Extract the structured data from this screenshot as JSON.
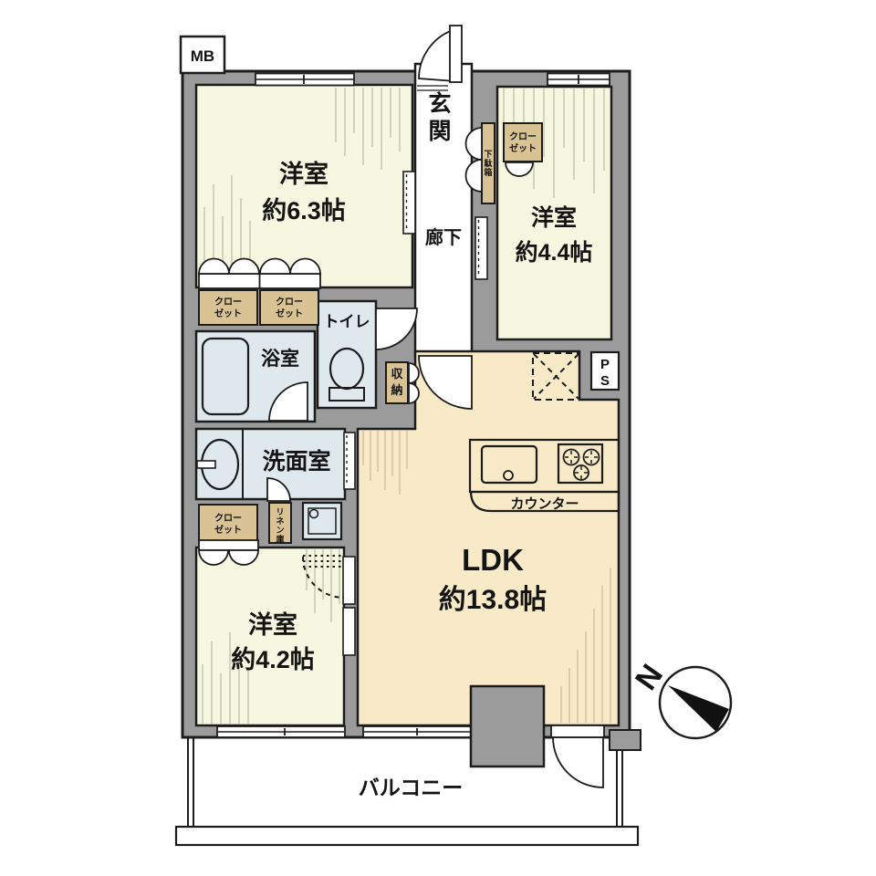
{
  "floorplan": {
    "rooms": {
      "bedroom_63": {
        "name": "洋室",
        "size": "約6.3帖"
      },
      "bedroom_44": {
        "name": "洋室",
        "size": "約4.4帖"
      },
      "bedroom_42": {
        "name": "洋室",
        "size": "約4.2帖"
      },
      "ldk": {
        "name": "LDK",
        "size": "約13.8帖"
      },
      "entrance": {
        "label": "玄関",
        "chars": [
          "玄",
          "関"
        ]
      },
      "corridor": {
        "label": "廊下"
      },
      "bath": {
        "label": "浴室"
      },
      "toilet": {
        "label": "トイレ"
      },
      "washroom": {
        "label": "洗面室"
      },
      "balcony": {
        "label": "バルコニー"
      }
    },
    "features": {
      "counter": "カウンター",
      "meter_box": "MB",
      "pipe_space": {
        "chars": [
          "P",
          "S"
        ]
      },
      "storage": {
        "chars": [
          "収",
          "納"
        ]
      },
      "shoe_cabinet": {
        "chars": [
          "下",
          "駄",
          "箱"
        ]
      },
      "linen_cabinet": {
        "chars": [
          "リ",
          "ネ",
          "ン",
          "庫"
        ]
      },
      "closet": {
        "line1": "クロー",
        "line2": "ゼット"
      }
    },
    "compass": {
      "north": "N"
    },
    "colors": {
      "wall": "#9b9b9b",
      "bedroom": "#f5f7e1",
      "ldk": "#f8e9c7",
      "water": "#dfe9ed",
      "closet": "#d9c394",
      "line": "#1c1c1c",
      "white": "#ffffff"
    }
  }
}
